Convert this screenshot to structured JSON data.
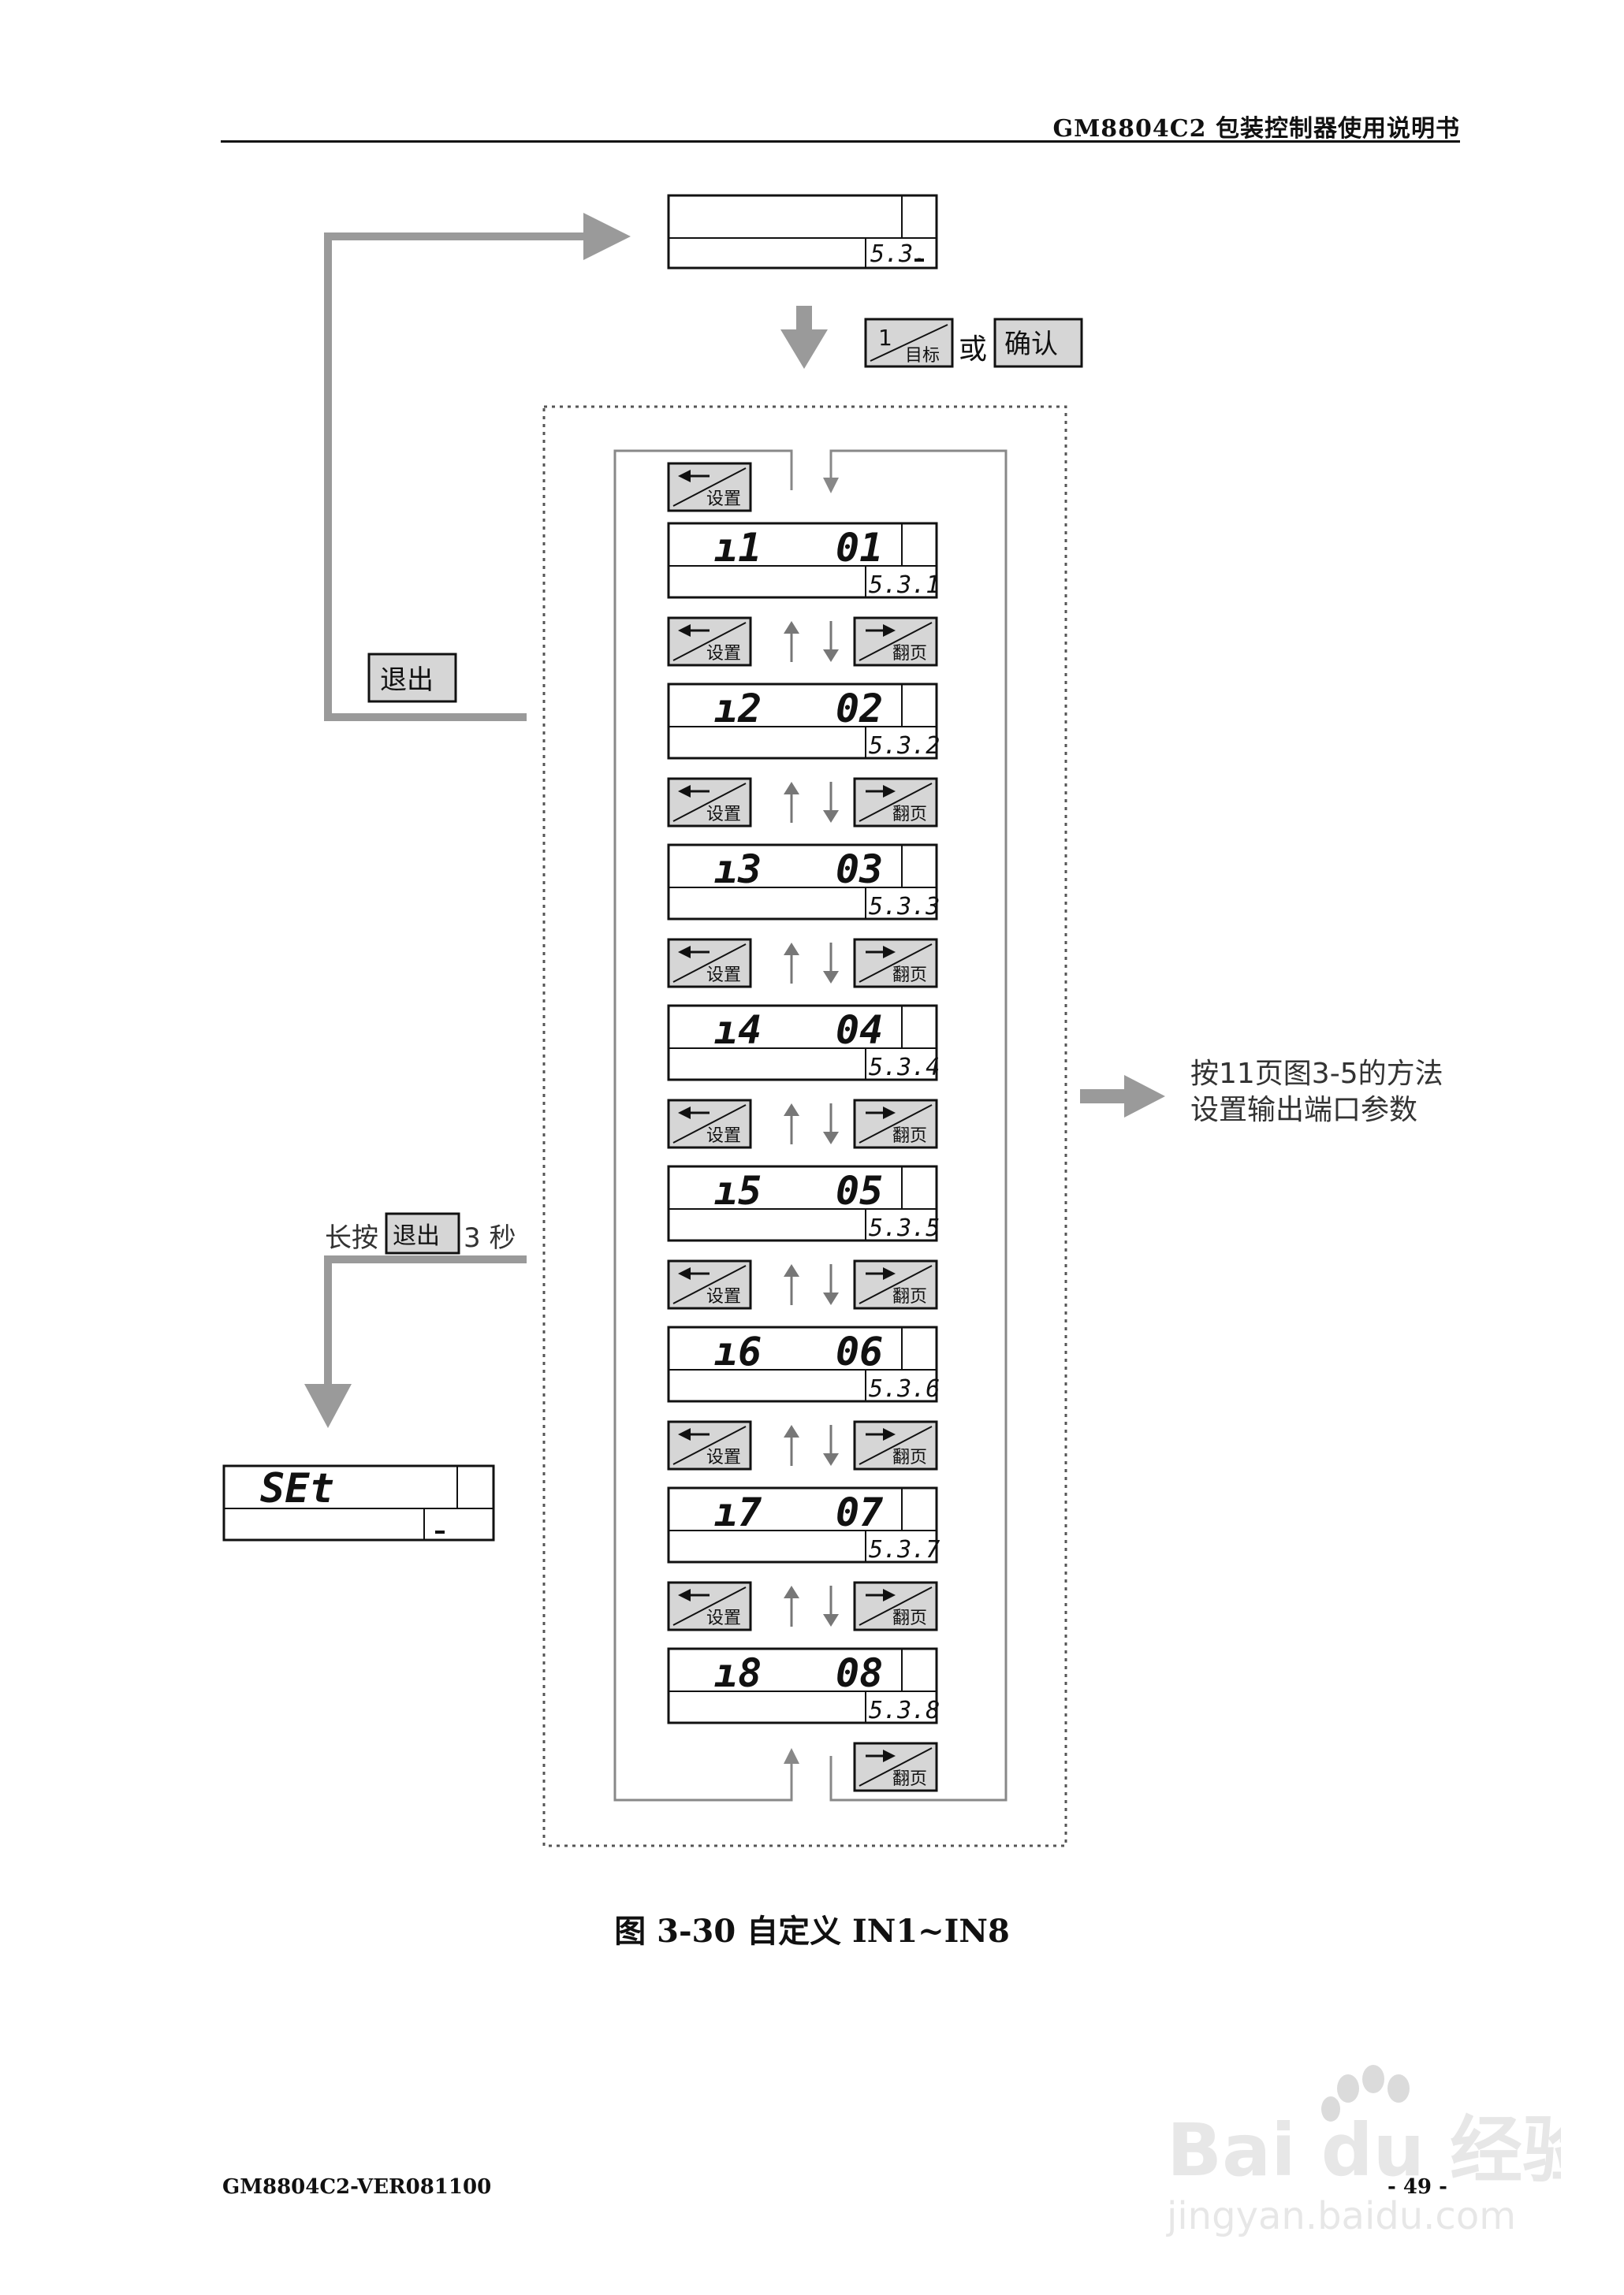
{
  "header": {
    "title": "GM8804C2 包装控制器使用说明书"
  },
  "top_display": {
    "sub": "5.3."
  },
  "confirm_keys": {
    "target_key": {
      "num": "1",
      "label": "目标"
    },
    "or_text": "或",
    "confirm_label": "确认"
  },
  "keys": {
    "set_label": "设置",
    "page_label": "翻页",
    "exit_label": "退出"
  },
  "loop_displays": [
    {
      "left": "ı1",
      "right": "01",
      "sub": "5.3.1"
    },
    {
      "left": "ı2",
      "right": "02",
      "sub": "5.3.2"
    },
    {
      "left": "ı3",
      "right": "03",
      "sub": "5.3.3"
    },
    {
      "left": "ı4",
      "right": "04",
      "sub": "5.3.4"
    },
    {
      "left": "ı5",
      "right": "05",
      "sub": "5.3.5"
    },
    {
      "left": "ı6",
      "right": "06",
      "sub": "5.3.6"
    },
    {
      "left": "ı7",
      "right": "07",
      "sub": "5.3.7"
    },
    {
      "left": "ı8",
      "right": "08",
      "sub": "5.3.8"
    }
  ],
  "long_press": {
    "prefix": "长按",
    "key": "退出",
    "suffix": "3 秒"
  },
  "set_display": {
    "text": "SEt"
  },
  "side_note": {
    "line1": "按11页图3-5的方法",
    "line2": "设置输出端口参数"
  },
  "caption": "图 3-30 自定义 IN1~IN8",
  "footer": {
    "left": "GM8804C2-VER081100",
    "right": "- 49 -"
  },
  "watermark": {
    "brand": "Bai du 经验",
    "url": "jingyan.baidu.com"
  },
  "colors": {
    "arrow": "#9a9a9a",
    "key_bg": "#d6d6d6",
    "line": "#111111"
  }
}
